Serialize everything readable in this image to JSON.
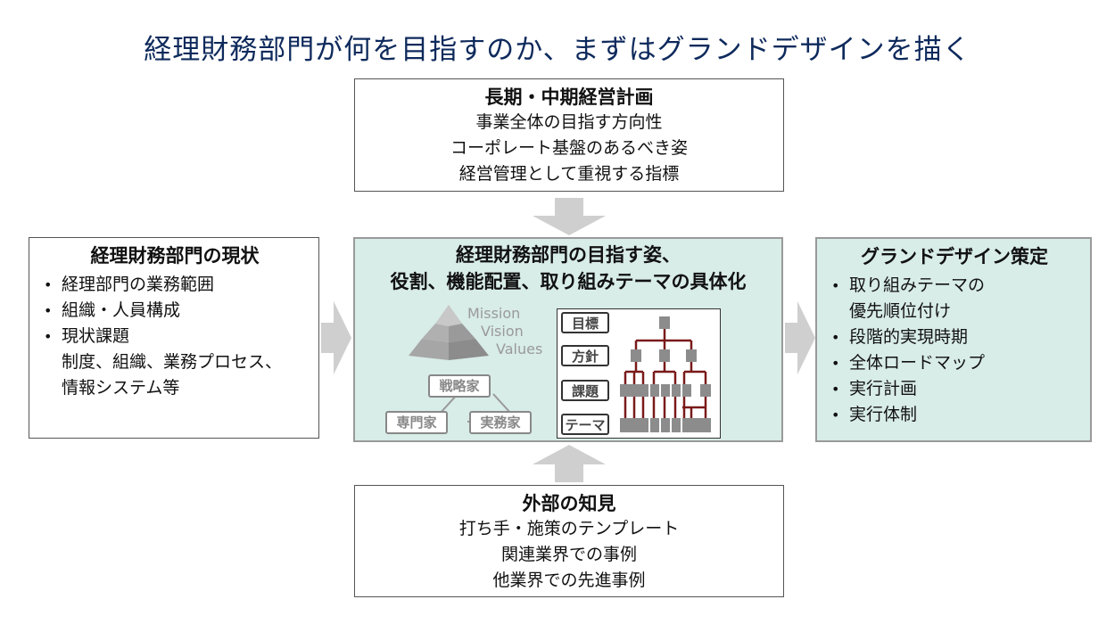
{
  "title": "経理財務部門が何を目指すのか、まずはグランドデザインを描く",
  "top_box": {
    "title": "長期・中期経営計画",
    "lines": [
      "事業全体の目指す方向性",
      "コーポレート基盤のあるべき姿",
      "経営管理として重視する指標"
    ]
  },
  "left_box": {
    "title": "経理財務部門の現状",
    "items": [
      "経理部門の業務範囲",
      "組織・人員構成",
      "現状課題"
    ],
    "sub_lines": [
      "制度、組織、業務プロセス、",
      "情報システム等"
    ]
  },
  "center_box": {
    "title_line1": "経理財務部門の目指す姿、",
    "title_line2": "役割、機能配置、取り組みテーマの具体化",
    "pyramid_labels": [
      "Mission",
      "Vision",
      "Values"
    ],
    "roles": [
      "戦略家",
      "専門家",
      "実務家"
    ],
    "org_tags": [
      "目標",
      "方針",
      "課題",
      "テーマ"
    ]
  },
  "right_box": {
    "title": "グランドデザイン策定",
    "items": [
      "取り組みテーマの",
      "段階的実現時期",
      "全体ロードマップ",
      "実行計画",
      "実行体制"
    ],
    "first_item_cont": "優先順位付け"
  },
  "bottom_box": {
    "title": "外部の知見",
    "lines": [
      "打ち手・施策のテンプレート",
      "関連業界での事例",
      "他業界での先進事例"
    ]
  },
  "colors": {
    "title": "#0e2a5c",
    "panel": "#d8ece8",
    "tree_line": "#7a1a1a",
    "arrow": "#cfcfcf"
  }
}
